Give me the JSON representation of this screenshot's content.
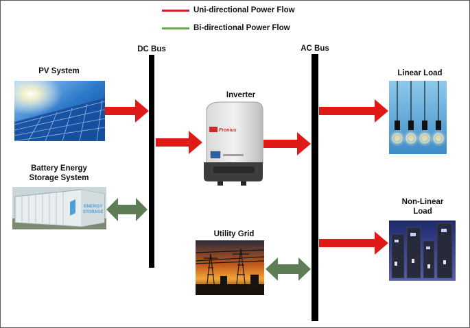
{
  "legend": {
    "uni": {
      "label": "Uni-directional Power Flow",
      "color": "#cc2222"
    },
    "bi": {
      "label": "Bi-directional Power Flow",
      "color": "#6aa84f"
    }
  },
  "buses": {
    "dc": "DC Bus",
    "ac": "AC Bus"
  },
  "components": {
    "pv": "PV System",
    "battery_line1": "Battery Energy",
    "battery_line2": "Storage System",
    "inverter": "Inverter",
    "grid": "Utility Grid",
    "linear": "Linear Load",
    "nonlinear_line1": "Non-Linear",
    "nonlinear_line2": "Load"
  },
  "image_text": {
    "battery_logo_line1": "ENERGY",
    "battery_logo_line2": "STORAGE",
    "inverter_brand": "Fronius"
  },
  "colors": {
    "uni_arrow": "#e01b17",
    "bi_arrow": "#5f7d55",
    "bus": "#000000"
  }
}
